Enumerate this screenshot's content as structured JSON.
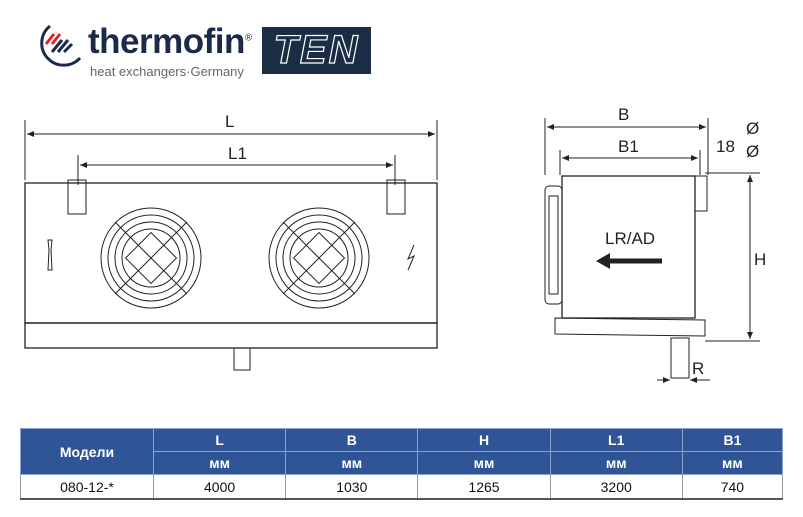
{
  "logo": {
    "brand": "thermofin",
    "registered": "®",
    "tagline": "heat exchangers·Germany",
    "series": "TEN"
  },
  "drawing": {
    "front": {
      "dim_L": "L",
      "dim_L1": "L1"
    },
    "side": {
      "dim_B": "B",
      "dim_B1": "B1",
      "dim_18": "18",
      "diam1": "Ø",
      "diam2": "Ø",
      "dim_H": "H",
      "dim_R": "R",
      "airflow": "LR/AD"
    }
  },
  "table": {
    "headers": [
      "Модели",
      "L",
      "B",
      "H",
      "L1",
      "B1"
    ],
    "units": [
      "мм",
      "мм",
      "мм",
      "мм",
      "мм"
    ],
    "rows": [
      [
        "080-12-*",
        "4000",
        "1030",
        "1265",
        "3200",
        "740"
      ]
    ]
  },
  "colors": {
    "header": "#2f5597",
    "logo_navy": "#1b2d45",
    "logo_red": "#d9252f"
  }
}
